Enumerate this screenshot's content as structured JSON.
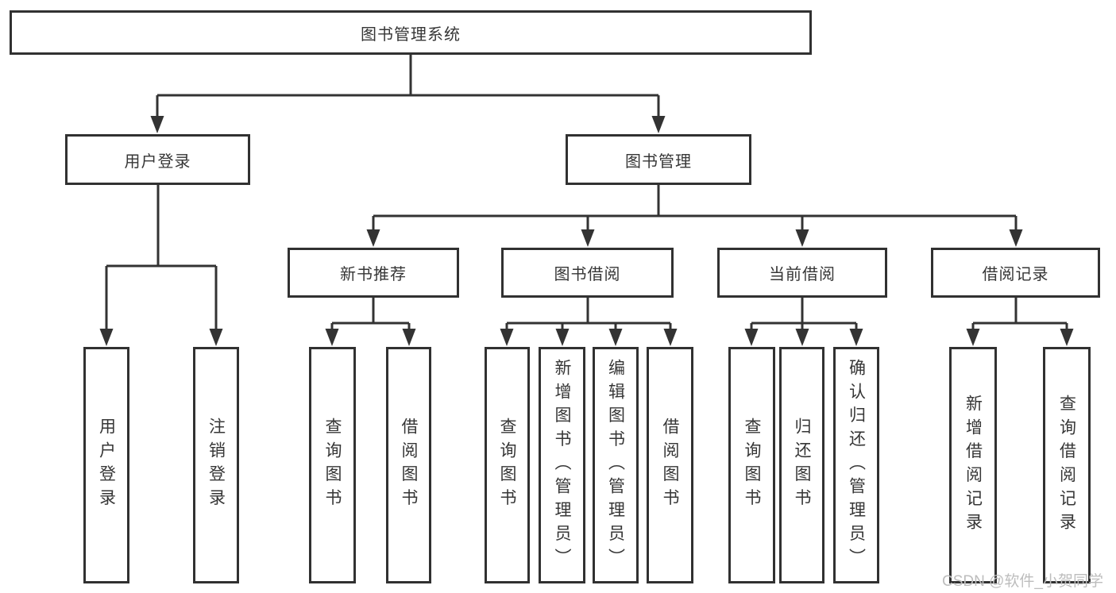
{
  "diagram": {
    "root": {
      "label": "图书管理系统"
    },
    "level2": [
      {
        "label": "用户登录"
      },
      {
        "label": "图书管理"
      }
    ],
    "level3": [
      {
        "label": "新书推荐"
      },
      {
        "label": "图书借阅"
      },
      {
        "label": "当前借阅"
      },
      {
        "label": "借阅记录"
      }
    ],
    "leaves": {
      "user_login": [
        "用户登录",
        "注销登录"
      ],
      "new_books": [
        "查询图书",
        "借阅图书"
      ],
      "book_borrow": [
        "查询图书",
        "新增图书（管理员）",
        "编辑图书（管理员）",
        "借阅图书"
      ],
      "current_borrow": [
        "查询图书",
        "归还图书",
        "确认归还（管理员）"
      ],
      "borrow_records": [
        "新增借阅记录",
        "查询借阅记录"
      ]
    }
  },
  "watermark": "CSDN @软件_小贺同学",
  "colors": {
    "line": "#333333",
    "box_border": "#313131",
    "text": "#363636",
    "watermark": "#bdbdbd"
  }
}
